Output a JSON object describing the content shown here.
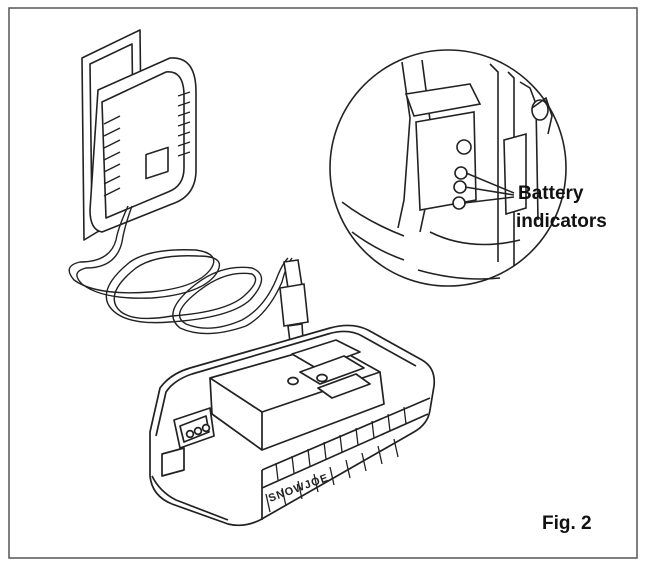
{
  "diagram": {
    "callout_label_line1": "Battery",
    "callout_label_line2": "indicators",
    "figure_label": "Fig. 2",
    "brand_mark": "SNOWJOE"
  },
  "colors": {
    "line": "#222222",
    "frame": "#555555",
    "background": "#ffffff"
  }
}
